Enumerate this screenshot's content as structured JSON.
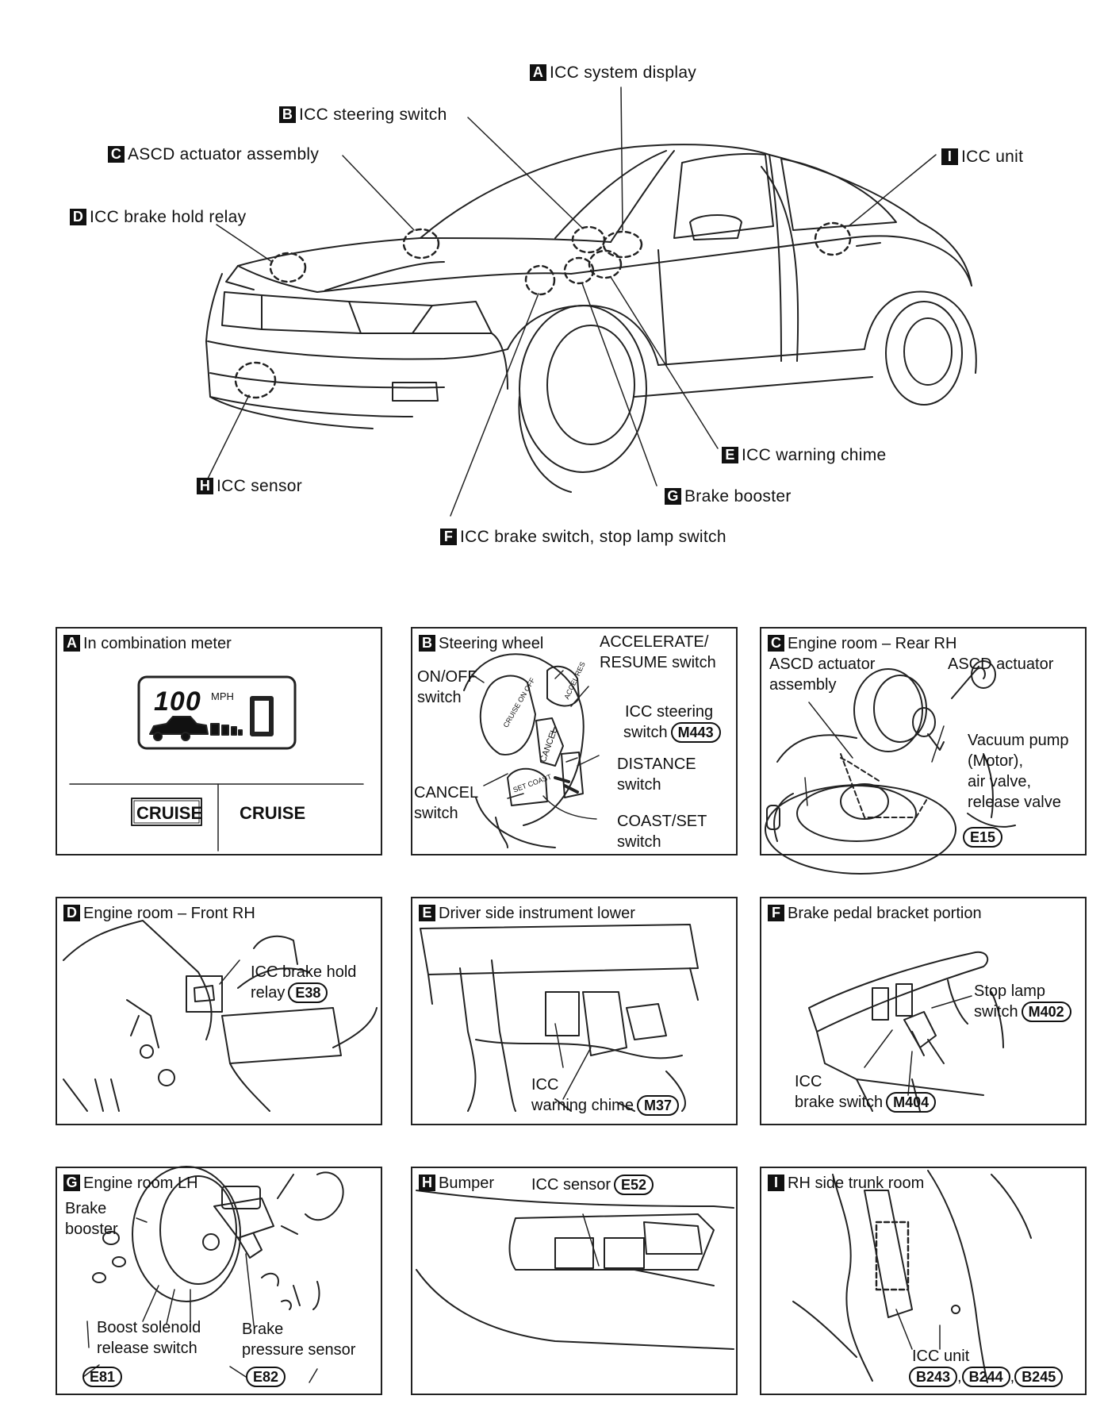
{
  "overview": {
    "labels": [
      {
        "letter": "A",
        "text": "ICC system display"
      },
      {
        "letter": "B",
        "text": "ICC steering switch"
      },
      {
        "letter": "C",
        "text": "ASCD actuator assembly"
      },
      {
        "letter": "D",
        "text": "ICC brake hold relay"
      },
      {
        "letter": "I",
        "text": "ICC unit"
      },
      {
        "letter": "E",
        "text": "ICC warning chime"
      },
      {
        "letter": "G",
        "text": "Brake booster"
      },
      {
        "letter": "H",
        "text": "ICC sensor"
      },
      {
        "letter": "F",
        "text": "ICC brake switch, stop lamp switch"
      }
    ]
  },
  "panels": {
    "A": {
      "letter": "A",
      "title": "In combination meter",
      "speed": "100",
      "unit": "MPH",
      "gap": "0",
      "cruise_boxed": "CRUISE",
      "cruise_plain": "CRUISE"
    },
    "B": {
      "letter": "B",
      "title": "Steering wheel",
      "accel": "ACCELERATE/",
      "resume": "RESUME switch",
      "onoff": "ON/OFF",
      "onoff2": "switch",
      "icc1": "ICC steering",
      "icc2": "switch",
      "icc_conn": "M443",
      "dist1": "DISTANCE",
      "dist2": "switch",
      "cancel1": "CANCEL",
      "cancel2": "switch",
      "coast1": "COAST/SET",
      "coast2": "switch",
      "btn_cruise": "CRUISE ON OFF",
      "btn_accel": "ACCEL RES",
      "btn_cancel": "CANCEL",
      "btn_set": "SET COAST"
    },
    "C": {
      "letter": "C",
      "title": "Engine room – Rear RH",
      "asm1": "ASCD actuator",
      "asm2": "assembly",
      "act": "ASCD actuator",
      "vac1": "Vacuum pump",
      "vac2": "(Motor),",
      "vac3": "air valve,",
      "vac4": "release valve",
      "conn": "E15"
    },
    "D": {
      "letter": "D",
      "title": "Engine room – Front RH",
      "relay1": "ICC brake hold",
      "relay2": "relay",
      "conn": "E38"
    },
    "E": {
      "letter": "E",
      "title": "Driver side instrument lower",
      "chime1": "ICC",
      "chime2": "warning chime",
      "conn": "M37"
    },
    "F": {
      "letter": "F",
      "title": "Brake pedal bracket portion",
      "stop1": "Stop lamp",
      "stop2": "switch",
      "stop_conn": "M402",
      "brake1": "ICC",
      "brake2": "brake switch",
      "brake_conn": "M404"
    },
    "G": {
      "letter": "G",
      "title": "Engine room LH",
      "booster1": "Brake",
      "booster2": "booster",
      "boost1": "Boost solenoid",
      "boost2": "release switch",
      "boost_conn": "E81",
      "press1": "Brake",
      "press2": "pressure sensor",
      "press_conn": "E82"
    },
    "H": {
      "letter": "H",
      "title": "Bumper",
      "sensor": "ICC sensor",
      "conn": "E52"
    },
    "I": {
      "letter": "I",
      "title": "RH side trunk room",
      "unit": "ICC unit",
      "conn1": "B243",
      "conn2": "B244",
      "conn3": "B245"
    }
  }
}
